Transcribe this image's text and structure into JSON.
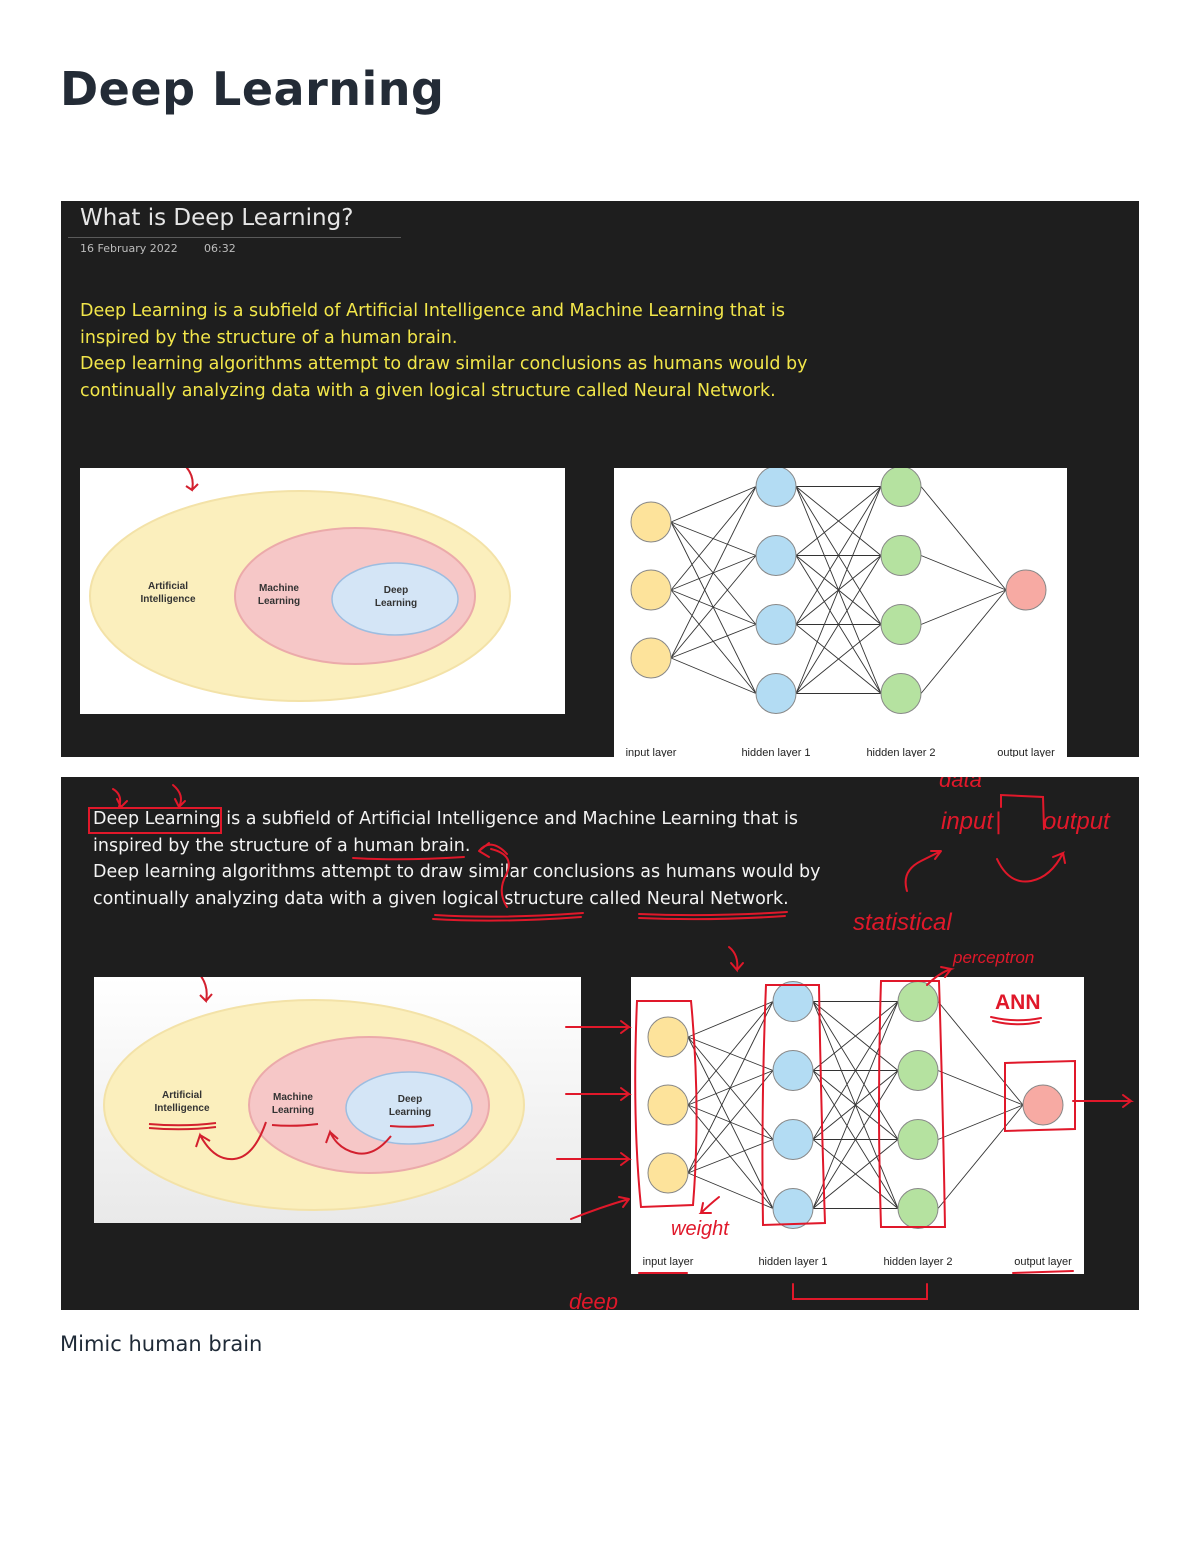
{
  "page": {
    "title": "Deep Learning",
    "caption": "Mimic human brain"
  },
  "note": {
    "title": "What is Deep Learning?",
    "date": "16 February 2022",
    "time": "06:32"
  },
  "definition": {
    "lines": [
      "Deep Learning is a subfield of Artificial Intelligence and Machine Learning that is",
      "inspired by the structure of a human brain.",
      "Deep learning algorithms attempt to draw similar conclusions as humans would by",
      "continually analyzing data with a given logical structure called Neural Network."
    ]
  },
  "venn": {
    "outer": "Artificial Intelligence",
    "middle": "Machine Learning",
    "inner": "Deep Learning",
    "colors": {
      "outer": "#fbefbd",
      "middle": "#f6c7c7",
      "inner": "#d4e5f6"
    }
  },
  "network": {
    "layers": [
      {
        "label": "input layer",
        "nodes": 3,
        "color": "#fde39b"
      },
      {
        "label": "hidden layer 1",
        "nodes": 4,
        "color": "#b3dcf3"
      },
      {
        "label": "hidden layer 2",
        "nodes": 4,
        "color": "#b5e2a0"
      },
      {
        "label": "output layer",
        "nodes": 1,
        "color": "#f7aaa3"
      }
    ]
  },
  "annotations": {
    "data": "data",
    "input": "input",
    "output": "output",
    "statistical": "statistical",
    "perceptron": "perceptron",
    "ann": "ANN",
    "weight": "weight",
    "deep": "deep"
  },
  "colors": {
    "note_text": "#f2e64a",
    "ink": "#e0182a",
    "panel_bg": "#1e1e1e"
  }
}
